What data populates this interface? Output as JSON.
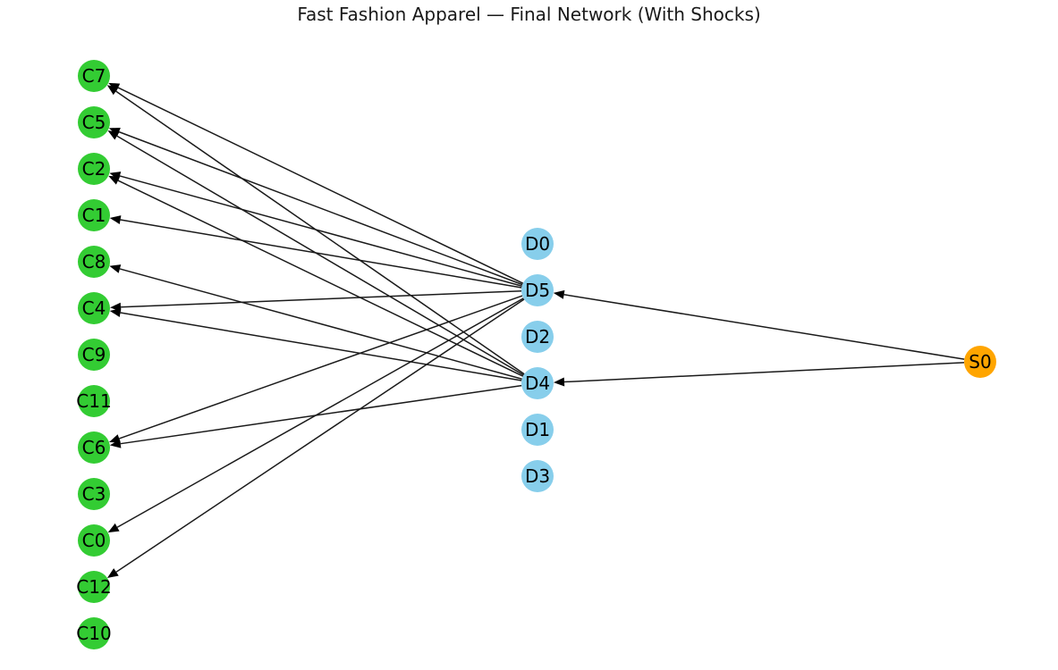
{
  "title": "Fast Fashion Apparel — Final Network (With Shocks)",
  "colors": {
    "customer": "#33cc33",
    "distributor": "#87ceeb",
    "supplier": "#ffa500",
    "edge": "#1a1a1a"
  },
  "nodes": [
    {
      "id": "C7",
      "group": "customer"
    },
    {
      "id": "C5",
      "group": "customer"
    },
    {
      "id": "C2",
      "group": "customer"
    },
    {
      "id": "C1",
      "group": "customer"
    },
    {
      "id": "C8",
      "group": "customer"
    },
    {
      "id": "C4",
      "group": "customer"
    },
    {
      "id": "C9",
      "group": "customer"
    },
    {
      "id": "C11",
      "group": "customer"
    },
    {
      "id": "C6",
      "group": "customer"
    },
    {
      "id": "C3",
      "group": "customer"
    },
    {
      "id": "C0",
      "group": "customer"
    },
    {
      "id": "C12",
      "group": "customer"
    },
    {
      "id": "C10",
      "group": "customer"
    },
    {
      "id": "D0",
      "group": "distributor"
    },
    {
      "id": "D5",
      "group": "distributor"
    },
    {
      "id": "D2",
      "group": "distributor"
    },
    {
      "id": "D4",
      "group": "distributor"
    },
    {
      "id": "D1",
      "group": "distributor"
    },
    {
      "id": "D3",
      "group": "distributor"
    },
    {
      "id": "S0",
      "group": "supplier"
    }
  ],
  "edges": [
    {
      "from": "S0",
      "to": "D5"
    },
    {
      "from": "S0",
      "to": "D4"
    },
    {
      "from": "D5",
      "to": "C7"
    },
    {
      "from": "D5",
      "to": "C5"
    },
    {
      "from": "D5",
      "to": "C2"
    },
    {
      "from": "D5",
      "to": "C1"
    },
    {
      "from": "D5",
      "to": "C4"
    },
    {
      "from": "D5",
      "to": "C6"
    },
    {
      "from": "D5",
      "to": "C0"
    },
    {
      "from": "D5",
      "to": "C12"
    },
    {
      "from": "D4",
      "to": "C7"
    },
    {
      "from": "D4",
      "to": "C5"
    },
    {
      "from": "D4",
      "to": "C2"
    },
    {
      "from": "D4",
      "to": "C8"
    },
    {
      "from": "D4",
      "to": "C4"
    },
    {
      "from": "D4",
      "to": "C6"
    }
  ]
}
